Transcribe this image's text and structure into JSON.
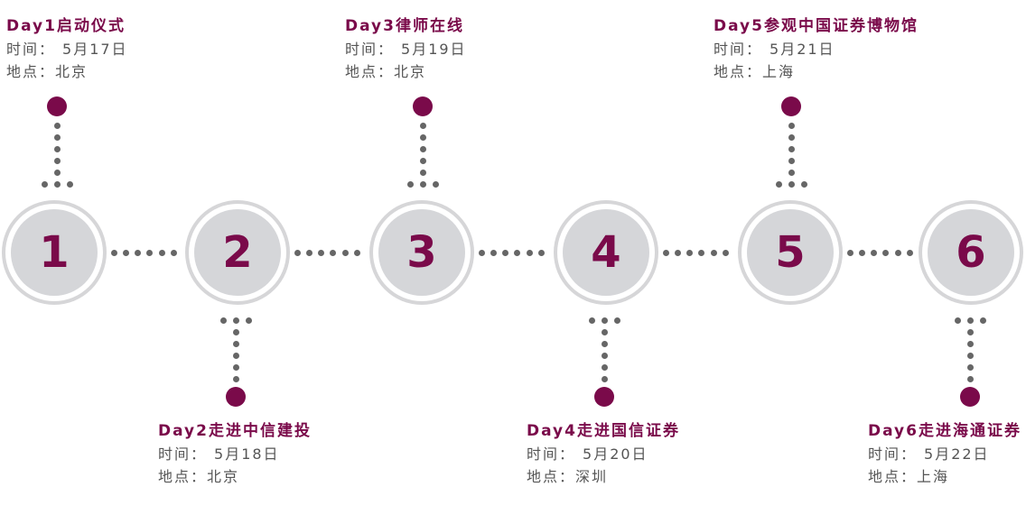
{
  "accent_color": "#7a0a4a",
  "stages": [
    {
      "number": "1",
      "title": "Day1启动仪式",
      "time_label": "时间：",
      "time": "5月17日",
      "place_label": "地点：",
      "place": "北京"
    },
    {
      "number": "2",
      "title": "Day2走进中信建投",
      "time_label": "时间：",
      "time": "5月18日",
      "place_label": "地点：",
      "place": "北京"
    },
    {
      "number": "3",
      "title": "Day3律师在线",
      "time_label": "时间：",
      "time": "5月19日",
      "place_label": "地点：",
      "place": "北京"
    },
    {
      "number": "4",
      "title": "Day4走进国信证券",
      "time_label": "时间：",
      "time": "5月20日",
      "place_label": "地点：",
      "place": "深圳"
    },
    {
      "number": "5",
      "title": "Day5参观中国证券博物馆",
      "time_label": "时间：",
      "time": "5月21日",
      "place_label": "地点：",
      "place": "上海"
    },
    {
      "number": "6",
      "title": "Day6走进海通证券",
      "time_label": "时间：",
      "time": "5月22日",
      "place_label": "地点：",
      "place": "上海"
    }
  ]
}
